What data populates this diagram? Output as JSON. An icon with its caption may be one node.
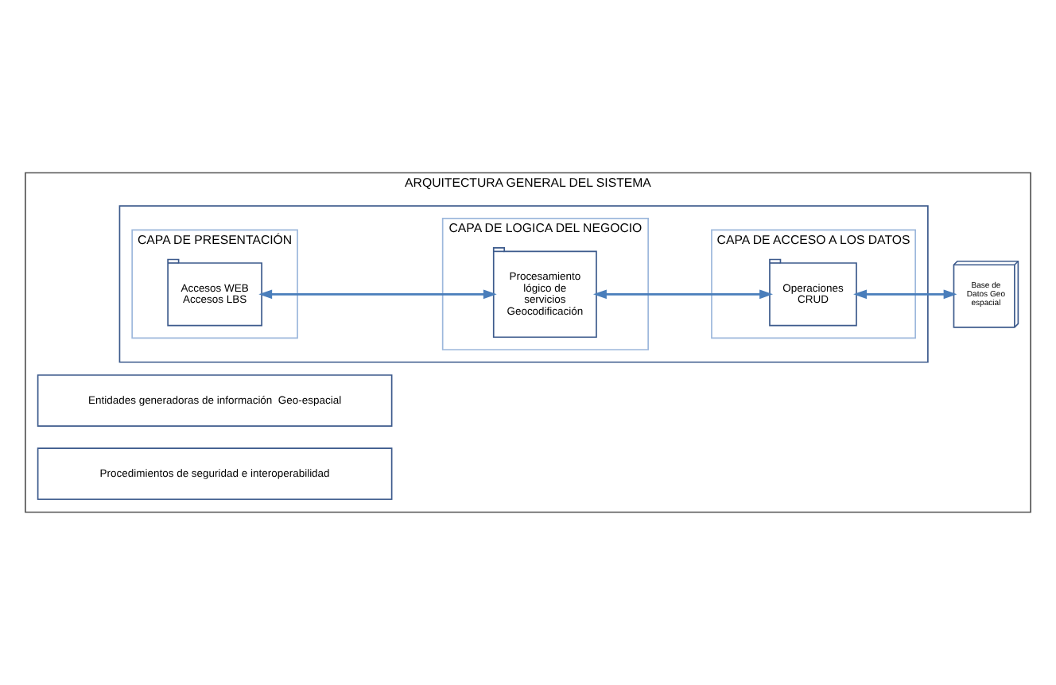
{
  "diagram": {
    "nodes": [
      {
        "text": [
          "ARQUITECTURA GENERAL DEL SISTEMA"
        ]
      },
      {
        "text": [],
        "shape": "box",
        "in": 0
      },
      {
        "text": [
          "CAPA DE PRESENTACIÓN"
        ],
        "in": 1
      },
      {
        "text": [
          "Accesos WEB Accesos LBS"
        ],
        "in": 2
      },
      {
        "text": [
          "CAPA DE LOGICA DEL NEGOCIO"
        ],
        "in": 1
      },
      {
        "text": [
          "Procesamiento lógico de servicios Geocodificación"
        ],
        "in": 4
      },
      {
        "text": [
          "CAPA DE ACCESO A LOS DATOS"
        ],
        "in": 1
      },
      {
        "text": [
          "Operaciones CRUD"
        ],
        "in": 6
      },
      {
        "text": [
          "Base de Datos Geo espacial"
        ],
        "in": 0
      },
      {
        "text": [
          "Entidades generadoras de información  Geo-espacial"
        ],
        "in": 0
      },
      {
        "text": [
          "Procedimientos de seguridad e interoperabilidad"
        ],
        "in": 0
      }
    ],
    "edges": [
      {
        "from": 3,
        "to": 5,
        "arrow": "both"
      },
      {
        "from": 5,
        "to": 7,
        "arrow": "both"
      },
      {
        "from": 7,
        "to": 8,
        "arrow": "both"
      }
    ]
  }
}
